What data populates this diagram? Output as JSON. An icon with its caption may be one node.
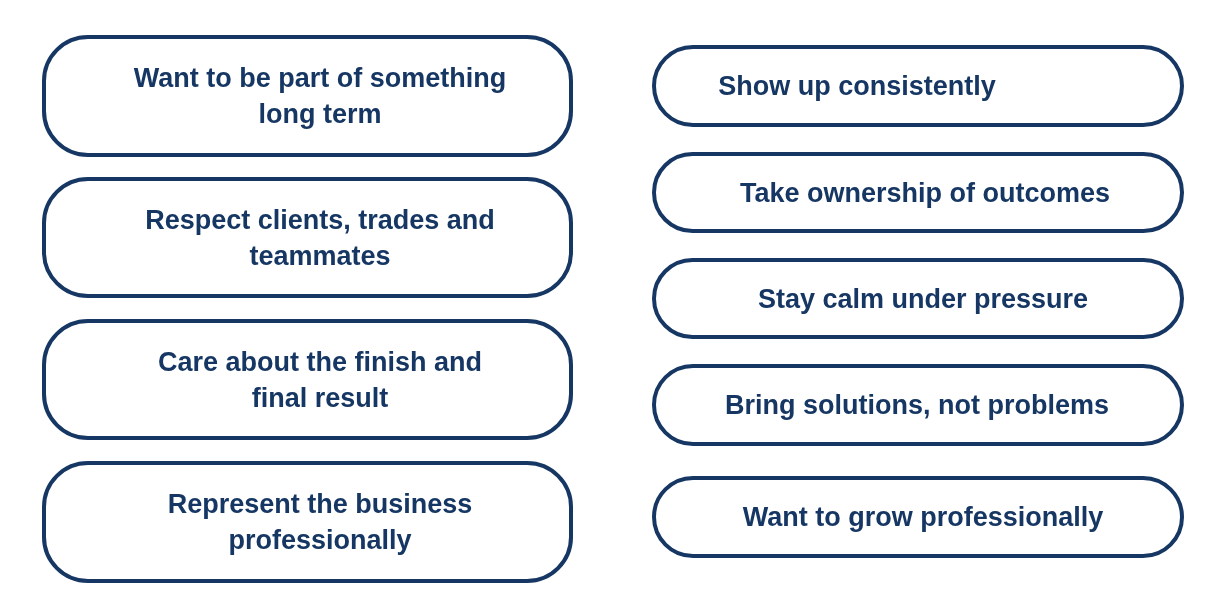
{
  "diagram": {
    "nodes": [
      {
        "text": [
          "Want to be part of something long term"
        ]
      },
      {
        "text": [
          "Respect clients, trades and teammates"
        ]
      },
      {
        "text": [
          "Care about the finish and final result"
        ]
      },
      {
        "text": [
          "Represent the business professionally"
        ]
      },
      {
        "text": [
          "Show up consistently"
        ]
      },
      {
        "text": [
          "Take ownership of outcomes"
        ]
      },
      {
        "text": [
          "Stay calm under pressure"
        ]
      },
      {
        "text": [
          "Bring solutions, not problems"
        ]
      },
      {
        "text": [
          "Want to grow professionally"
        ]
      }
    ]
  }
}
